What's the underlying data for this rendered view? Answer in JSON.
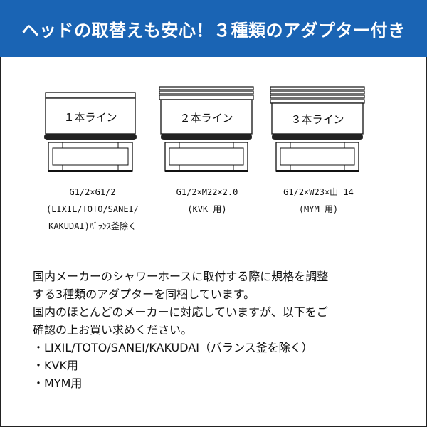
{
  "banner": {
    "title": "ヘッドの取替えも安心！３種類のアダプター付き",
    "bg_color": "#1a64b4"
  },
  "adapters": [
    {
      "label": "１本ライン",
      "spec_lines": [
        "G1/2×G1/2",
        "(LIXIL/TOTO/SANEI/",
        "KAKUDAI)ﾊﾞﾗﾝｽ釜除く"
      ]
    },
    {
      "label": "２本ライン",
      "spec_lines": [
        "G1/2×M22×2.0",
        "(KVK 用)"
      ]
    },
    {
      "label": "３本ライン",
      "spec_lines": [
        "G1/2×W23×山 14",
        "(MYM 用)"
      ]
    }
  ],
  "description": {
    "lines": [
      "国内メーカーのシャワーホースに取付する際に規格を調整",
      "する3種類のアダプターを同梱しています。",
      "国内のほとんどのメーカーに対応していますが、以下をご",
      "確認の上お買い求めください。"
    ],
    "bullets": [
      "・LIXIL/TOTO/SANEI/KAKUDAI（バランス釜を除く）",
      "・KVK用",
      "・MYM用"
    ]
  }
}
